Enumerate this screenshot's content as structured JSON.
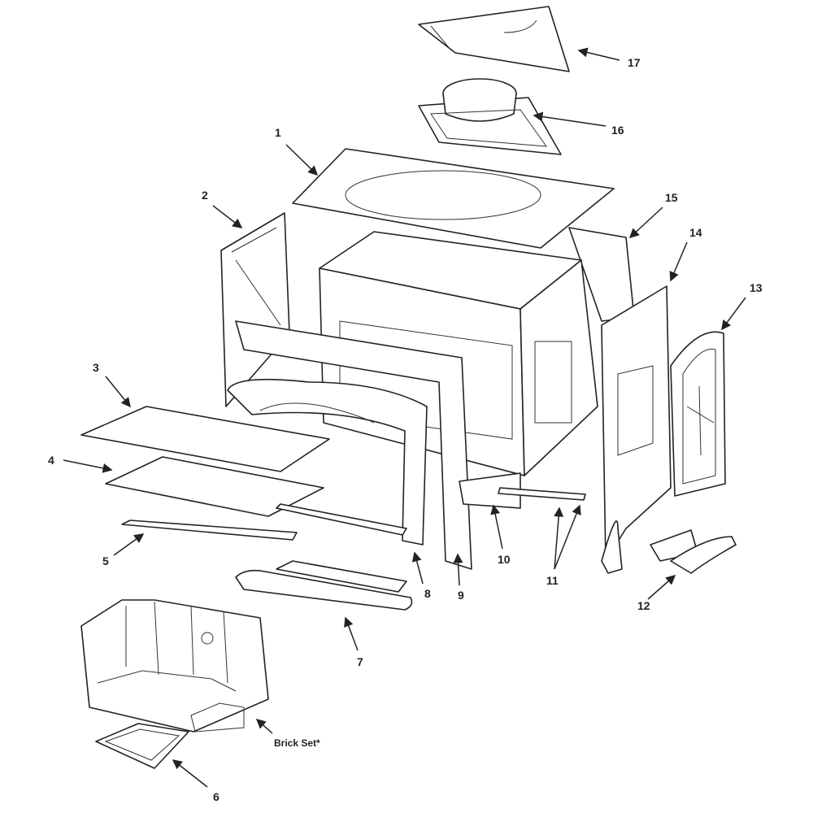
{
  "diagram": {
    "type": "exploded parts diagram",
    "callouts": [
      {
        "id": "17",
        "text": "17"
      },
      {
        "id": "16",
        "text": "16"
      },
      {
        "id": "1",
        "text": "1"
      },
      {
        "id": "2",
        "text": "2"
      },
      {
        "id": "15",
        "text": "15"
      },
      {
        "id": "14",
        "text": "14"
      },
      {
        "id": "13",
        "text": "13"
      },
      {
        "id": "3",
        "text": "3"
      },
      {
        "id": "4",
        "text": "4"
      },
      {
        "id": "5",
        "text": "5"
      },
      {
        "id": "10",
        "text": "10"
      },
      {
        "id": "11",
        "text": "11"
      },
      {
        "id": "8",
        "text": "8"
      },
      {
        "id": "9",
        "text": "9"
      },
      {
        "id": "12",
        "text": "12"
      },
      {
        "id": "7",
        "text": "7"
      },
      {
        "id": "brick",
        "text": "Brick Set*"
      },
      {
        "id": "6",
        "text": "6"
      }
    ]
  }
}
